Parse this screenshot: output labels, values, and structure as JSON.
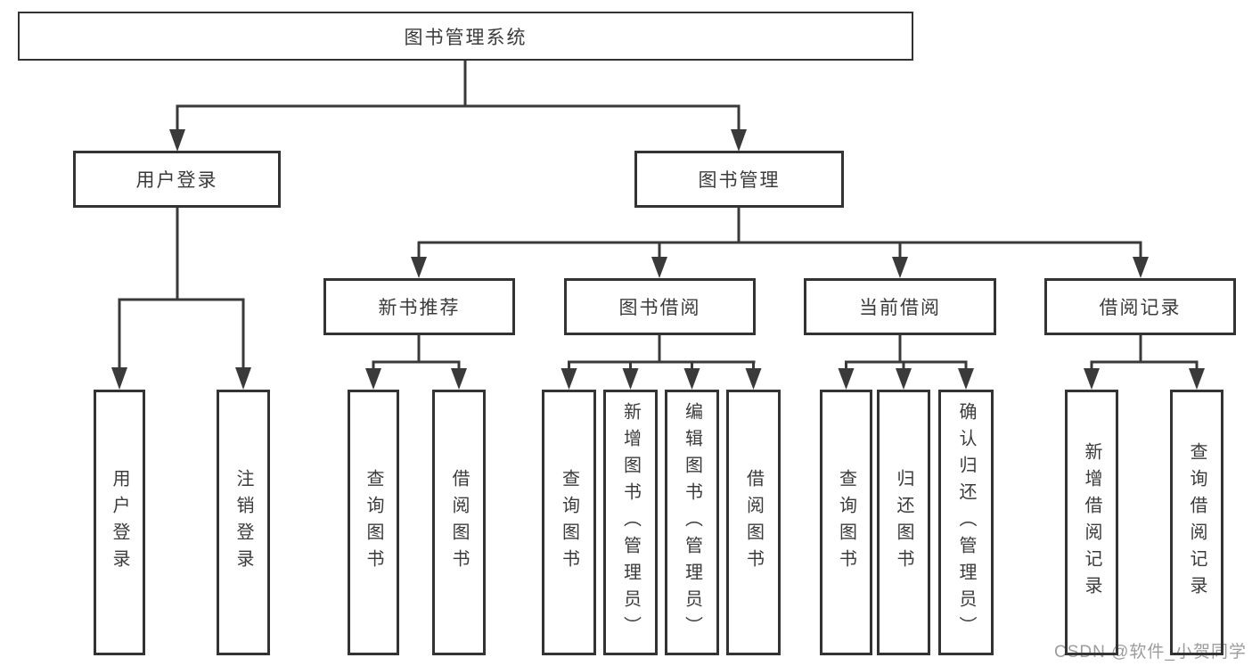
{
  "colors": {
    "line": "#3a3a3a",
    "box_border": "#333333",
    "text": "#3b3b3b",
    "background": "#ffffff",
    "watermark_text": "#9c9c9c"
  },
  "tree": {
    "label": "图书管理系统",
    "children": [
      {
        "label": "用户登录",
        "children": [
          {
            "label": "用户登录"
          },
          {
            "label": "注销登录"
          }
        ]
      },
      {
        "label": "图书管理",
        "children": [
          {
            "label": "新书推荐",
            "children": [
              {
                "label": "查询图书"
              },
              {
                "label": "借阅图书"
              }
            ]
          },
          {
            "label": "图书借阅",
            "children": [
              {
                "label": "查询图书"
              },
              {
                "label": "新增图书（管理员）"
              },
              {
                "label": "编辑图书（管理员）"
              },
              {
                "label": "借阅图书"
              }
            ]
          },
          {
            "label": "当前借阅",
            "children": [
              {
                "label": "查询图书"
              },
              {
                "label": "归还图书"
              },
              {
                "label": "确认归还（管理员）"
              }
            ]
          },
          {
            "label": "借阅记录",
            "children": [
              {
                "label": "新增借阅记录"
              },
              {
                "label": "查询借阅记录"
              }
            ]
          }
        ]
      }
    ]
  },
  "watermark": "CSDN @软件_小贺同学"
}
